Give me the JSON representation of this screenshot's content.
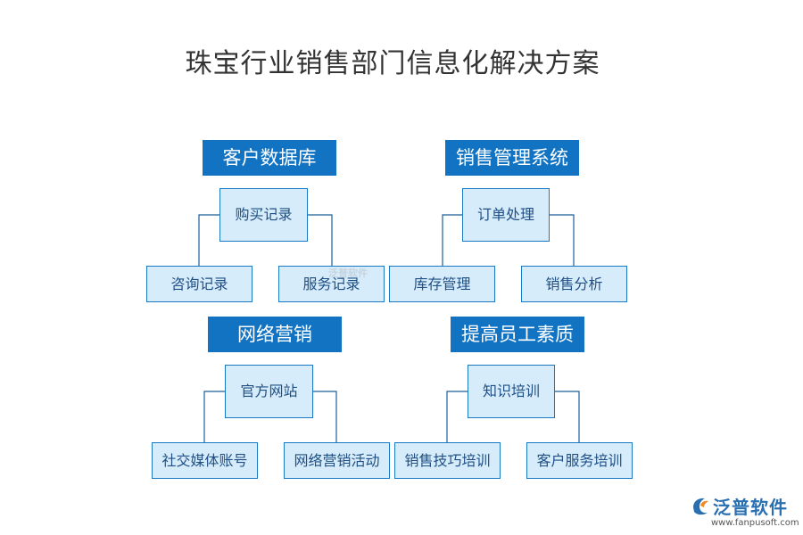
{
  "title": "珠宝行业销售部门信息化解决方案",
  "groups": [
    {
      "header": "客户数据库",
      "center": "购买记录",
      "left": "咨询记录",
      "right": "服务记录"
    },
    {
      "header": "销售管理系统",
      "center": "订单处理",
      "left": "库存管理",
      "right": "销售分析"
    },
    {
      "header": "网络营销",
      "center": "官方网站",
      "left": "社交媒体账号",
      "right": "网络营销活动"
    },
    {
      "header": "提高员工素质",
      "center": "知识培训",
      "left": "销售技巧培训",
      "right": "客户服务培训"
    }
  ],
  "watermark": "泛普软件",
  "logo": {
    "name": "泛普软件",
    "url": "www.fanpusoft.com",
    "icon": "fanpu-logo-icon"
  },
  "colors": {
    "header_bg": "#1273c2",
    "box_bg": "#d6ecfb",
    "box_border": "#1b78c2",
    "line": "#1b5f99"
  }
}
